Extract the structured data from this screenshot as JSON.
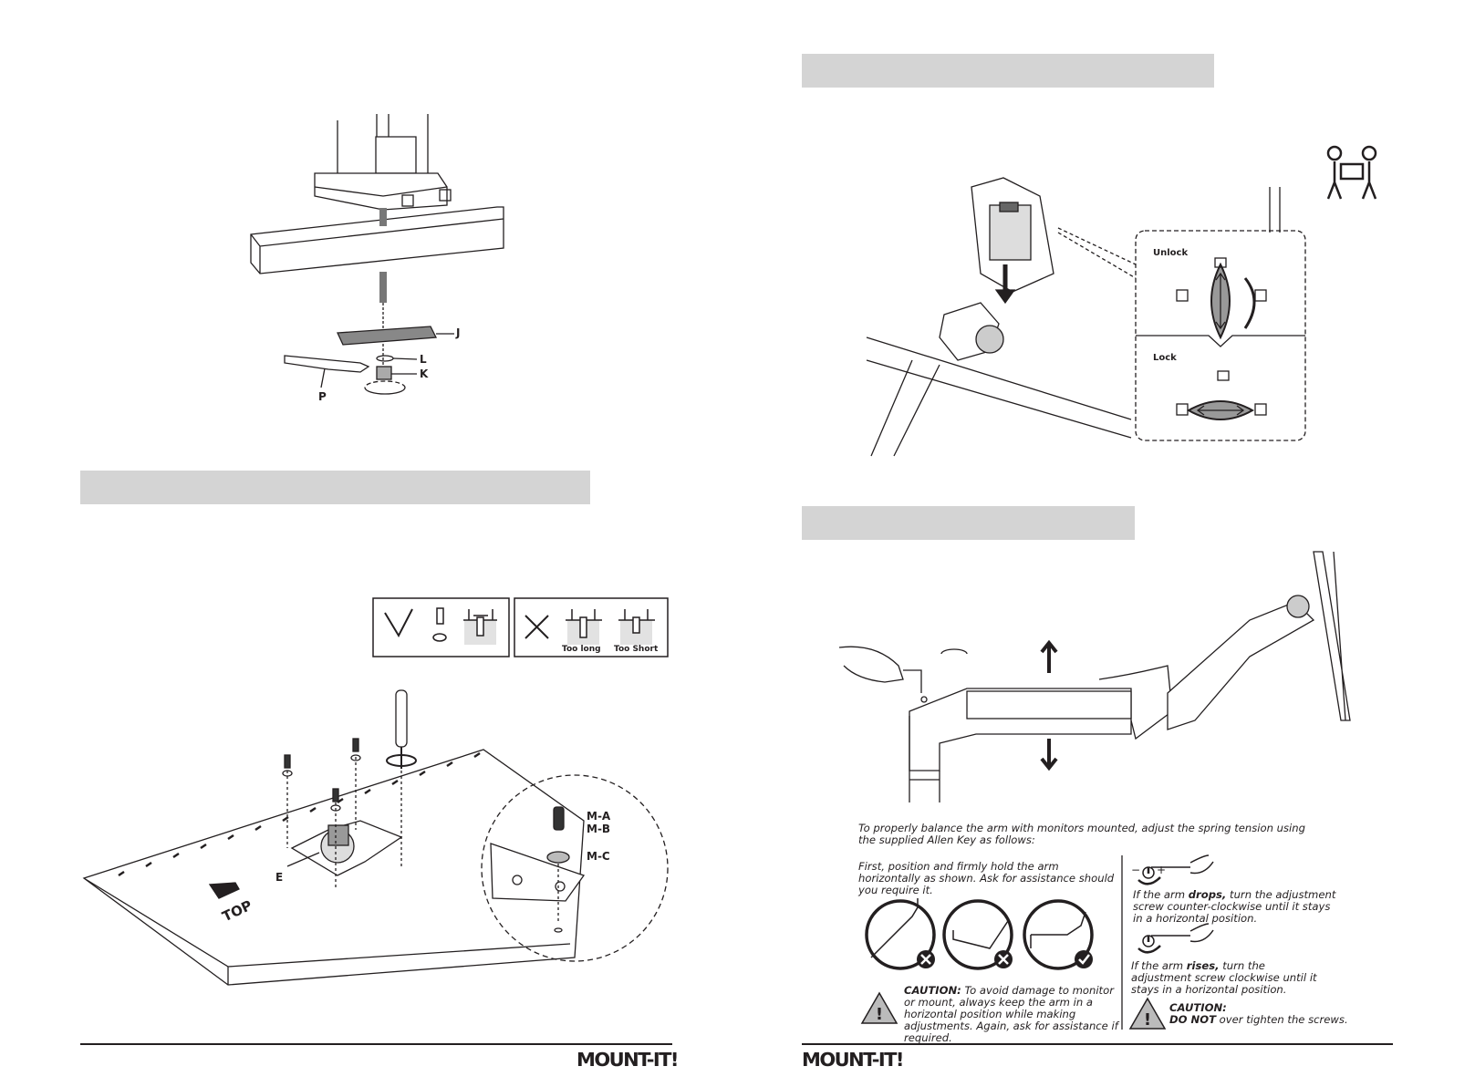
{
  "left_page": {
    "clamp_labels": {
      "j": "J",
      "l": "L",
      "k": "K",
      "p": "P"
    },
    "screw_check": {
      "too_long": "Too long",
      "too_short": "Too Short"
    },
    "vesa_labels": {
      "ma": "M-A",
      "mb": "M-B",
      "mc": "M-C",
      "e": "E",
      "top": "TOP"
    },
    "footer_logo": "MOUNT-IT!"
  },
  "right_page": {
    "lock_panel": {
      "unlock": "Unlock",
      "lock": "Lock"
    },
    "tension": {
      "intro": "To properly balance the arm with monitors mounted, adjust the spring tension using the supplied Allen Key as follows:",
      "first": "First, position and firmly hold the arm horizontally as shown. Ask for assistance should you require it.",
      "drops_prefix": "If the arm ",
      "drops_bold": "drops,",
      "drops_suffix": " turn the adjustment screw counter-clockwise until it stays in a horizontal position.",
      "rises_prefix": "If the arm ",
      "rises_bold": "rises,",
      "rises_suffix": " turn the adjustment screw clockwise until it stays in a horizontal position.",
      "caution1_bold": "CAUTION:",
      "caution1_text": " To avoid damage to monitor or mount,  always keep the arm in a horizontal position while making adjustments. Again, ask for assistance if required.",
      "caution2_bold": "CAUTION:",
      "caution2_strong": "DO NOT",
      "caution2_text": " over tighten the screws.",
      "minus": "−",
      "plus": "+"
    },
    "footer_logo": "MOUNT-IT!"
  }
}
